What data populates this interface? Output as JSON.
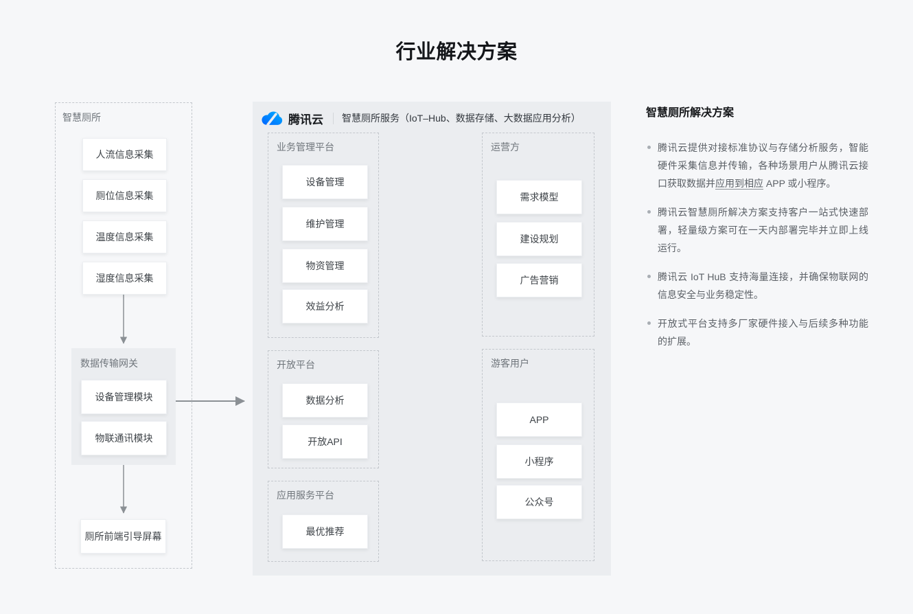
{
  "page": {
    "title": "行业解决方案"
  },
  "smart_toilet": {
    "label": "智慧厕所",
    "sensors": [
      "人流信息采集",
      "厕位信息采集",
      "温度信息采集",
      "湿度信息采集"
    ],
    "gateway": {
      "label": "数据传输网关",
      "modules": [
        "设备管理模块",
        "物联通讯模块"
      ]
    },
    "front_screen": "厕所前端引导屏幕"
  },
  "cloud_panel": {
    "brand": "腾讯云",
    "service_title": "智慧厕所服务（IoT–Hub、数据存储、大数据应用分析）",
    "business_platform": {
      "label": "业务管理平台",
      "cards": [
        "设备管理",
        "维护管理",
        "物资管理",
        "效益分析"
      ]
    },
    "open_platform": {
      "label": "开放平台",
      "cards": [
        "数据分析",
        "开放API"
      ]
    },
    "app_service_platform": {
      "label": "应用服务平台",
      "cards": [
        "最优推荐"
      ]
    },
    "operator": {
      "label": "运营方",
      "cards": [
        "需求模型",
        "建设规划",
        "广告营销"
      ]
    },
    "visitor": {
      "label": "游客用户",
      "cards": [
        "APP",
        "小程序",
        "公众号"
      ]
    }
  },
  "solution": {
    "heading": "智慧厕所解决方案",
    "bullets": [
      {
        "pre": "腾讯云提供对接标准协议与存储分析服务，智能硬件采集信息并传输，各种场景用户从腾讯云接口获取数据并",
        "underlined": "应用到相应",
        "post": " APP 或小程序。"
      },
      {
        "pre": "腾讯云智慧厕所解决方案支持客户一站式快速部署，轻量级方案可在一天内部署完毕并立即上线运行。",
        "underlined": "",
        "post": ""
      },
      {
        "pre": "腾讯云 IoT HuB 支持海量连接，并确保物联网的信息安全与业务稳定性。",
        "underlined": "",
        "post": ""
      },
      {
        "pre": "开放式平台支持多厂家硬件接入与后续多种功能的扩展。",
        "underlined": "",
        "post": ""
      }
    ]
  },
  "icons": {
    "logo": "tencent-cloud-icon",
    "bullet": "bullet-icon"
  },
  "colors": {
    "page_bg": "#f6f7f9",
    "panel_bg": "#ebedf0",
    "brand_blue_dark": "#0064ff",
    "brand_blue_light": "#00b0ff",
    "connector_gray": "#8b9095",
    "dashed_border": "#c3c7cc",
    "card_text": "#3e4348",
    "body_text": "#5b6066"
  }
}
